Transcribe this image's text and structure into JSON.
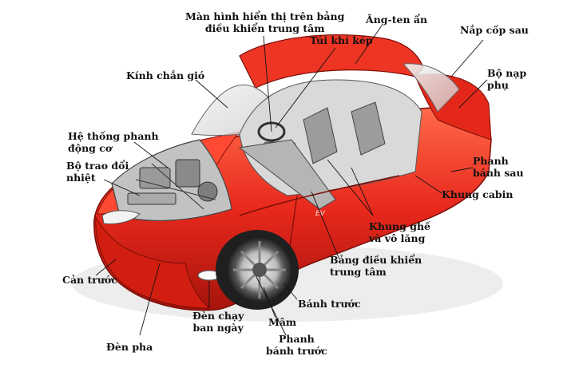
{
  "diagram": {
    "labels": {
      "man_hinh": [
        "Màn hình hiển thị trên bảng",
        "điều khiển trung tâm"
      ],
      "ang_ten": [
        "Ăng-ten ẩn"
      ],
      "nap_cop": [
        "Nắp cốp sau"
      ],
      "tui_khi": [
        "Túi khí kép"
      ],
      "bo_nap": [
        "Bộ nạp",
        "phụ"
      ],
      "kinh_chan_gio": [
        "Kính chắn gió"
      ],
      "he_thong_phanh": [
        "Hệ thống phanh",
        "động cơ"
      ],
      "bo_trao_doi": [
        "Bộ trao đổi",
        "nhiệt"
      ],
      "phanh_banh_sau": [
        "Phanh",
        "bánh sau"
      ],
      "khung_cabin": [
        "Khung cabin"
      ],
      "khung_ghe": [
        "Khung ghế",
        "và vô lăng"
      ],
      "bang_dieu_khien": [
        "Bảng điều khiển",
        "trung tâm"
      ],
      "can_truoc": [
        "Cản trước"
      ],
      "banh_truoc": [
        "Bánh trước"
      ],
      "den_chay": [
        "Đèn chạy",
        "ban ngày"
      ],
      "mam": [
        "Mâm"
      ],
      "den_pha": [
        "Đèn pha"
      ],
      "phanh_banh_truoc": [
        "Phanh",
        "bánh trước"
      ],
      "car_badge": "EV"
    },
    "colors": {
      "body_red": "#e8281c",
      "body_dark": "#a5140c",
      "body_light": "#ff6a4a",
      "chrome": "#c9c9c9",
      "leader": "#111111"
    }
  }
}
